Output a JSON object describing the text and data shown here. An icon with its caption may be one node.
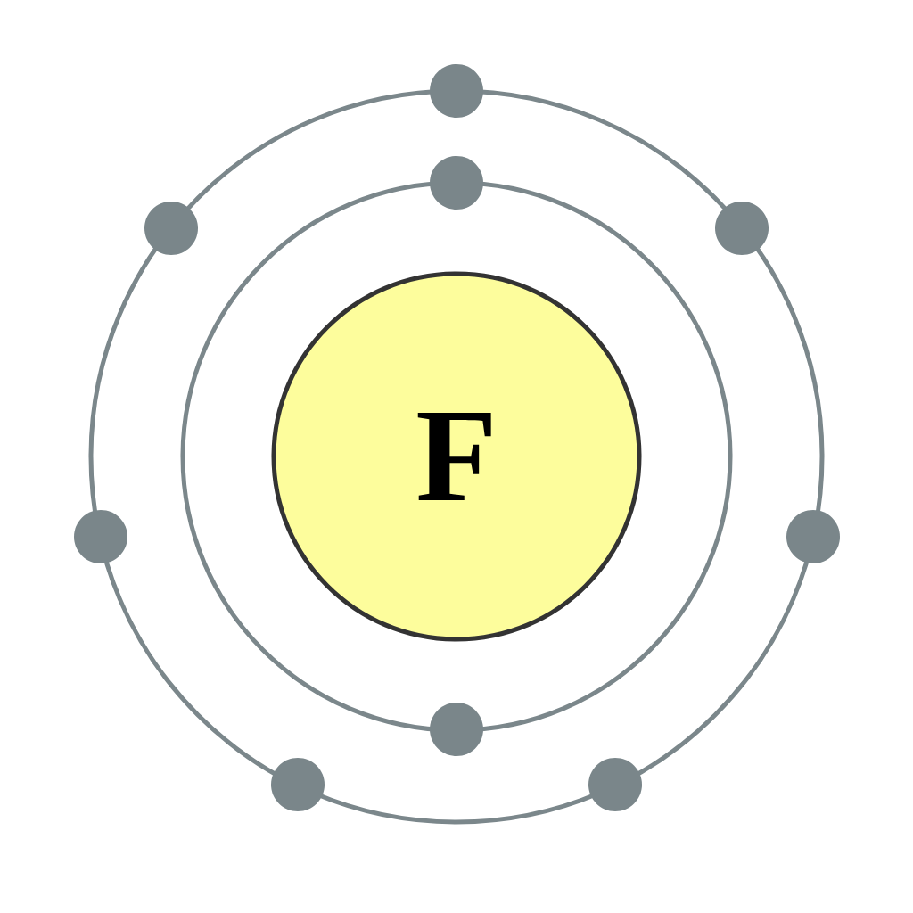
{
  "diagram": {
    "nodes": [
      {
        "text": [],
        "shape": "circle"
      },
      {
        "text": [],
        "shape": "circle"
      },
      {
        "text": [],
        "shape": "circle"
      },
      {
        "text": [],
        "shape": "circle"
      },
      {
        "text": [
          "F"
        ]
      },
      {
        "text": [],
        "shape": "circle"
      },
      {
        "text": [],
        "shape": "circle"
      },
      {
        "text": [],
        "shape": "circle"
      },
      {
        "text": [],
        "shape": "circle"
      },
      {
        "text": [],
        "shape": "circle"
      }
    ]
  }
}
